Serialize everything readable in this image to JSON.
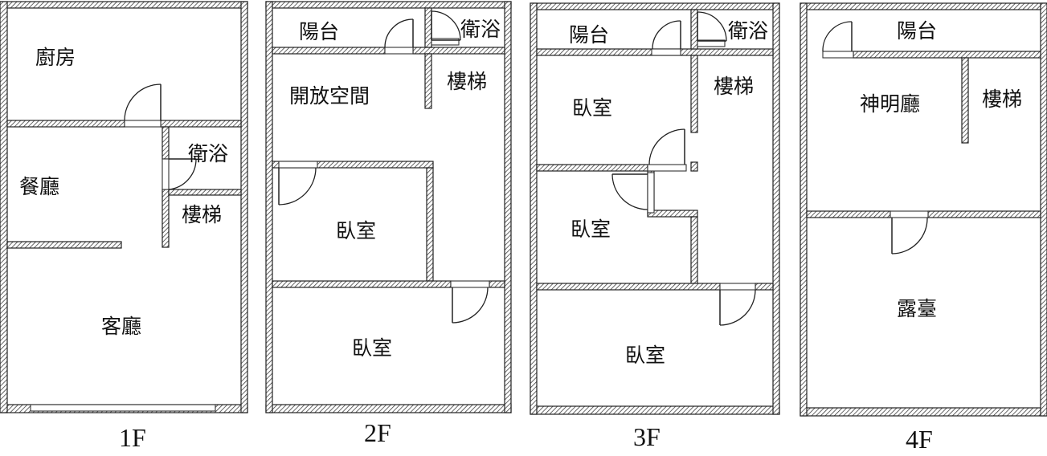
{
  "floors": [
    {
      "id": "1f",
      "label": "1F",
      "rooms": [
        {
          "id": "kitchen",
          "label": "廚房"
        },
        {
          "id": "bath",
          "label": "衛浴"
        },
        {
          "id": "dining",
          "label": "餐廳"
        },
        {
          "id": "stairs",
          "label": "樓梯"
        },
        {
          "id": "living",
          "label": "客廳"
        }
      ]
    },
    {
      "id": "2f",
      "label": "2F",
      "rooms": [
        {
          "id": "balcony",
          "label": "陽台"
        },
        {
          "id": "bath",
          "label": "衛浴"
        },
        {
          "id": "open-space",
          "label": "開放空間"
        },
        {
          "id": "stairs",
          "label": "樓梯"
        },
        {
          "id": "bedroom-1",
          "label": "臥室"
        },
        {
          "id": "bedroom-2",
          "label": "臥室"
        }
      ]
    },
    {
      "id": "3f",
      "label": "3F",
      "rooms": [
        {
          "id": "balcony",
          "label": "陽台"
        },
        {
          "id": "bath",
          "label": "衛浴"
        },
        {
          "id": "bedroom-1",
          "label": "臥室"
        },
        {
          "id": "stairs",
          "label": "樓梯"
        },
        {
          "id": "bedroom-2",
          "label": "臥室"
        },
        {
          "id": "bedroom-3",
          "label": "臥室"
        }
      ]
    },
    {
      "id": "4f",
      "label": "4F",
      "rooms": [
        {
          "id": "balcony",
          "label": "陽台"
        },
        {
          "id": "shrine",
          "label": "神明廳"
        },
        {
          "id": "stairs",
          "label": "樓梯"
        },
        {
          "id": "terrace",
          "label": "露臺"
        }
      ]
    }
  ]
}
